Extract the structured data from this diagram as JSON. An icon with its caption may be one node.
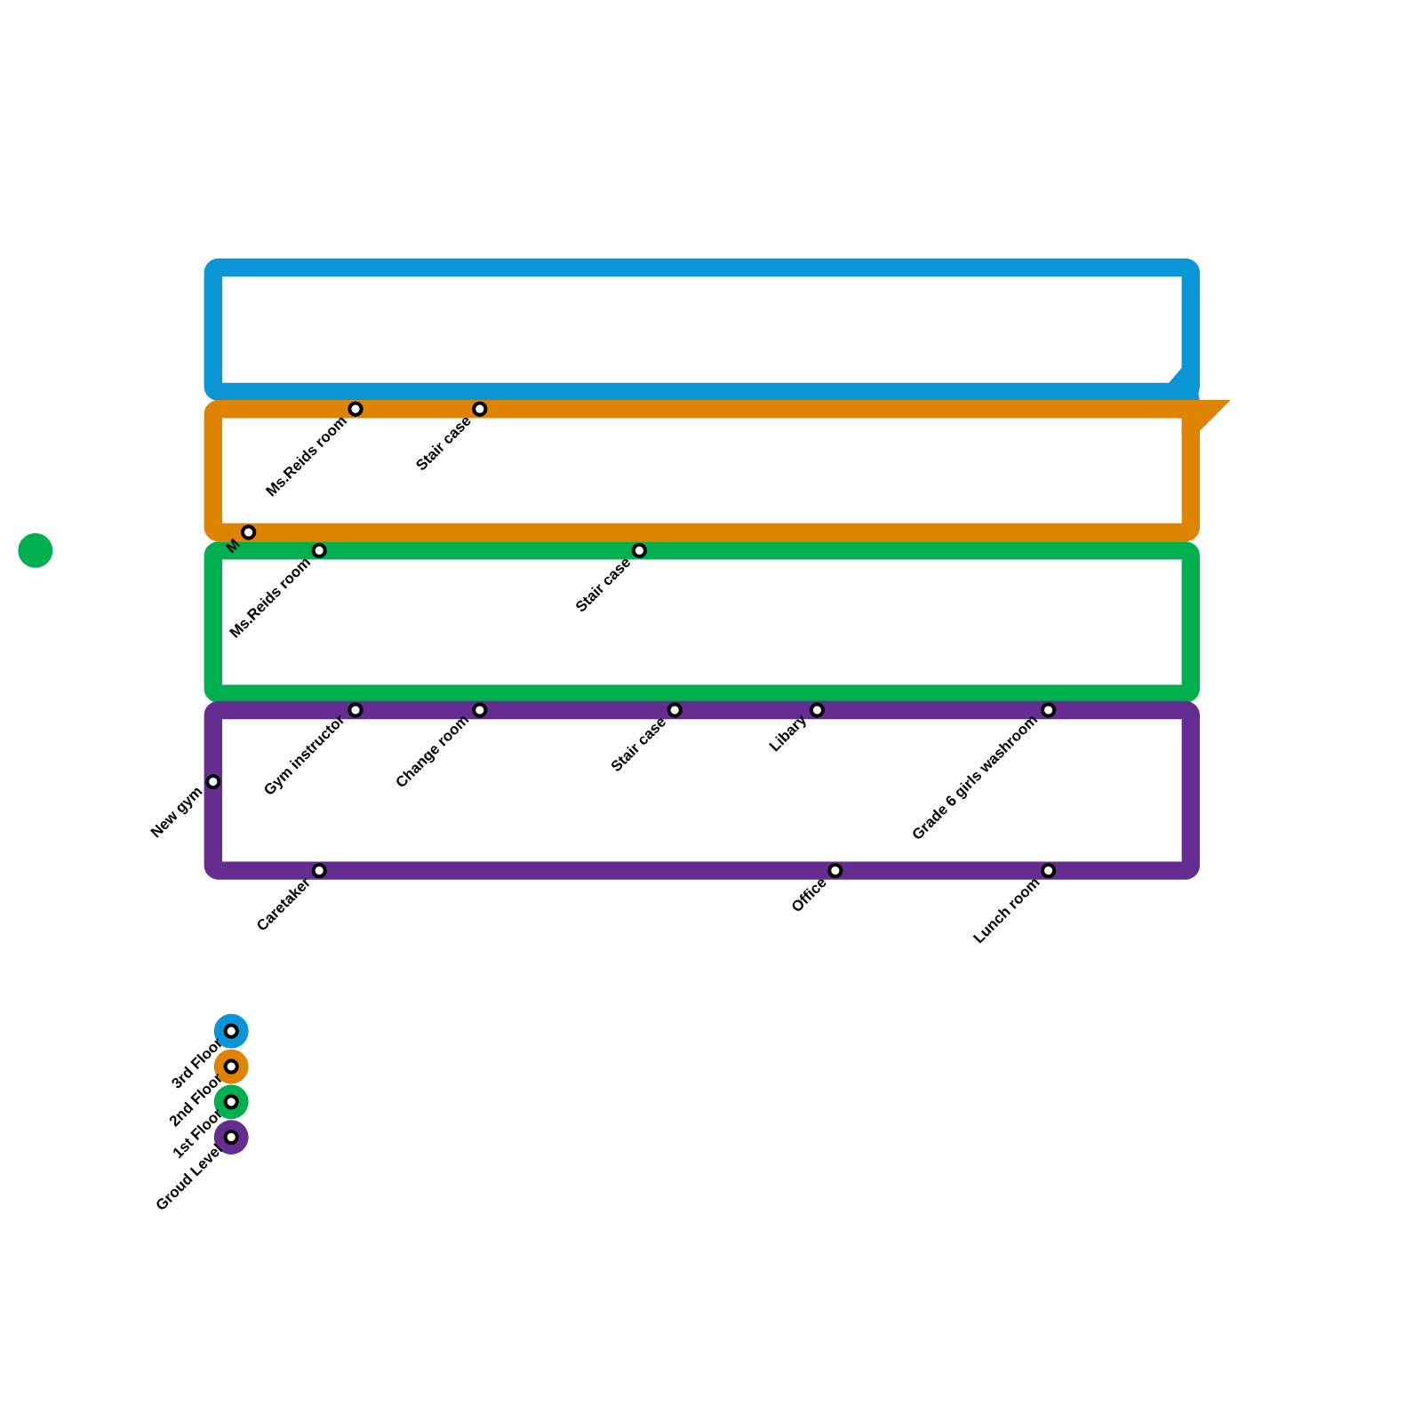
{
  "diagram": {
    "nodes": [
      {
        "text": [],
        "shape": "box"
      },
      {
        "text": [],
        "shape": "box"
      },
      {
        "text": [],
        "shape": "box"
      },
      {
        "text": [],
        "shape": "box"
      },
      {
        "text": [
          "Ms.Reids room"
        ]
      },
      {
        "text": [
          "Stair case"
        ]
      },
      {
        "text": [
          "M"
        ]
      },
      {
        "text": [
          "Ms.Reids room"
        ]
      },
      {
        "text": [
          "Stair case"
        ]
      },
      {
        "text": [],
        "shape": "circle"
      },
      {
        "text": [
          "Gym instructor"
        ]
      },
      {
        "text": [
          "Change room"
        ]
      },
      {
        "text": [
          "Stair case"
        ]
      },
      {
        "text": [
          "Libary"
        ]
      },
      {
        "text": [
          "Grade 6 girls washroom"
        ]
      },
      {
        "text": [
          "New gym"
        ]
      },
      {
        "text": [
          "Caretaker"
        ]
      },
      {
        "text": [
          "Office"
        ]
      },
      {
        "text": [
          "Lunch room"
        ]
      }
    ],
    "edges": [],
    "legend": [
      {
        "text": "3rd Floor",
        "color": "#0a96d6"
      },
      {
        "text": "2nd Floor",
        "color": "#df8400"
      },
      {
        "text": "1st Floor",
        "color": "#00b050"
      },
      {
        "text": "Groud Level",
        "color": "#662d91"
      }
    ]
  }
}
